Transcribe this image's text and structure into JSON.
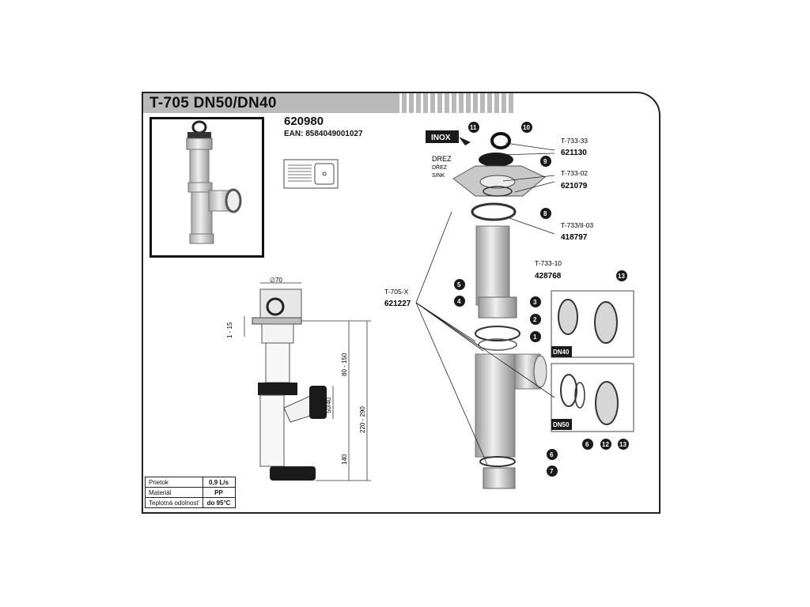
{
  "title": "T-705 DN50/DN40",
  "product_code": "620980",
  "ean": "EAN: 8584049001027",
  "inox_label": "INOX",
  "sink_labels": [
    "DREZ",
    "DŘEZ",
    "SINK"
  ],
  "dimensions": {
    "diameter": "∅70",
    "top_gap": "1 - 15",
    "upper": "80 - 150",
    "total": "220 - 290",
    "outlet": "50/40",
    "lower": "140"
  },
  "parts": [
    {
      "ref": "T-733-33",
      "code": "621130"
    },
    {
      "ref": "T-733-02",
      "code": "621079"
    },
    {
      "ref": "T-733/II-03",
      "code": "418797"
    },
    {
      "ref": "T-733-10",
      "code": "428768"
    },
    {
      "ref": "T-705-X",
      "code": "621227"
    }
  ],
  "callouts": [
    "11",
    "10",
    "9",
    "8",
    "5",
    "4",
    "3",
    "2",
    "1",
    "6",
    "7",
    "13",
    "6",
    "12",
    "13"
  ],
  "inset_labels": {
    "dn40": "DN40",
    "dn50": "DN50"
  },
  "properties": [
    {
      "name": "Prietok",
      "value": "0,9 L/s"
    },
    {
      "name": "Materiál",
      "value": "PP"
    },
    {
      "name": "Teplotná odolnosť",
      "value": "do 95°C"
    }
  ],
  "colors": {
    "title_bar": "#b9b9b9",
    "part_fill": "#d6d6d6",
    "dark": "#1a1a1a"
  }
}
